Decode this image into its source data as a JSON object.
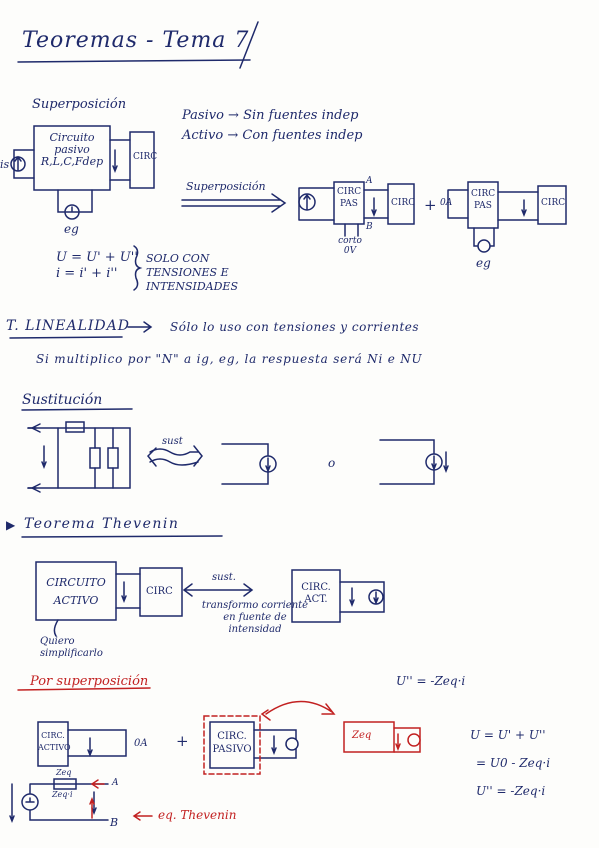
{
  "title": "Teoremas - Tema 7",
  "superposicion": {
    "heading": "Superposición",
    "pasivo": "Pasivo → Sin fuentes indep",
    "activo": "Activo → Con fuentes indep",
    "block_label": "Circuito pasivo R,L,C,Fdep",
    "circ": "CIRC",
    "is": "is",
    "eg": "eg",
    "arrow_label": "Superposición",
    "eq_u": "U = U' + U''",
    "eq_i": "i = i' + i''",
    "note": "solo con tensiones e intensidades",
    "circ_pas": "CIRC PAS",
    "corto": "corto 0V",
    "oa": "0A",
    "plus": "+",
    "a": "A",
    "b": "B"
  },
  "linealidad": {
    "heading": "T. Linealidad",
    "arrow_text": "Sólo lo uso con tensiones y corrientes",
    "line2": "Si multiplico por \"N\" a ig, eg, la respuesta será Ni e NU"
  },
  "sustitucion": {
    "heading": "Sustitución",
    "sust": "sust",
    "or": "o"
  },
  "thevenin": {
    "heading": "Teorema Thevenin",
    "activo_block": "Circuito activo",
    "circ": "CIRC",
    "sust": "sust.",
    "transformo": "transformo corriente en fuente de intensidad",
    "circ_act": "CIRC. ACT.",
    "quiero": "Quiero simplificarlo"
  },
  "por_superposicion": {
    "heading": "Por superposición",
    "u2": "U'' = -Zeq·i",
    "circ_activo": "CIRC. ACTIVO",
    "oa": "0A",
    "plus": "+",
    "circ_pasivo": "CIRC. PASIVO",
    "zeq": "Zeq",
    "eq1": "U = U' + U''",
    "eq2": "= U0 - Zeq·i",
    "eq3": "U'' = -Zeq·i",
    "eq_thevenin": "eq. Thevenin",
    "zeq_small": "Zeq",
    "zeqi": "Zeq·i",
    "a": "A",
    "b": "B"
  }
}
